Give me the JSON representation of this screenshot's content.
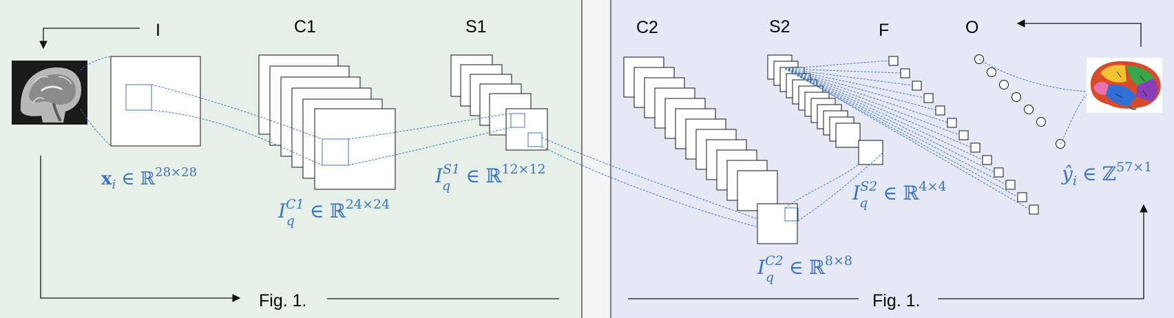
{
  "left_panel": {
    "layer_labels": {
      "input": "I",
      "conv1": "C1",
      "sub1": "S1"
    },
    "eq_input": {
      "var": "x",
      "sub": "i",
      "in": "∈",
      "set": "ℝ",
      "sup": "28×28"
    },
    "eq_c1": {
      "var": "I",
      "sub": "q",
      "sup_var": "C1",
      "in": "∈",
      "set": "ℝ",
      "sup": "24×24"
    },
    "eq_s1": {
      "var": "I",
      "sub": "q",
      "sup_var": "S1",
      "in": "∈",
      "set": "ℝ",
      "sup": "12×12"
    },
    "caption": "Fig. 1.",
    "background_color": "#e6f0e8"
  },
  "right_panel": {
    "layer_labels": {
      "conv2": "C2",
      "sub2": "S2",
      "full": "F",
      "output": "O"
    },
    "eq_c2": {
      "var": "I",
      "sub": "q",
      "sup_var": "C2",
      "in": "∈",
      "set": "ℝ",
      "sup": "8×8"
    },
    "eq_s2": {
      "var": "I",
      "sub": "q",
      "sup_var": "S2",
      "in": "∈",
      "set": "ℝ",
      "sup": "4×4"
    },
    "eq_out": {
      "var": "ŷ",
      "sub": "i",
      "in": "∈",
      "set": "ℤ",
      "sup": "57×1"
    },
    "caption": "Fig. 1.",
    "background_color": "#e6e9f5"
  },
  "icons": {
    "input_image": "brain-mri-icon",
    "output_image": "brain-parcellation-icon"
  },
  "colors": {
    "accent": "#3b73c4",
    "divider": "#333333",
    "gap": "#f2f2f2"
  }
}
